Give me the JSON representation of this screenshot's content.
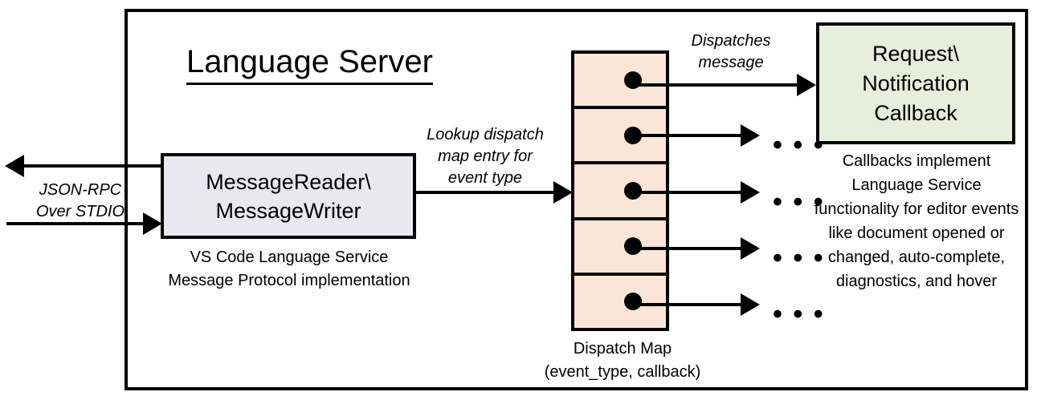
{
  "diagram": {
    "title": "Language Server",
    "nodes": {
      "message_reader": {
        "label": "MessageReader\\\nMessageWriter",
        "caption": "VS Code Language Service\nMessage Protocol implementation",
        "fill": "#e9e7f0"
      },
      "dispatch_map": {
        "caption": "Dispatch Map\n(event_type, callback)",
        "fill": "#fbe5d6",
        "row_count": 5
      },
      "callback": {
        "label": "Request\\\nNotification\nCallback",
        "caption": "Callbacks implement Language Service functionality for editor events like document opened or changed, auto-complete, diagnostics, and hover",
        "fill": "#e6eedc"
      }
    },
    "edges": {
      "external_io": "JSON-RPC\nOver STDIO",
      "lookup": "Lookup dispatch\nmap entry for\nevent type",
      "dispatches": "Dispatches\nmessage",
      "ellipsis": "•  •  •"
    }
  }
}
